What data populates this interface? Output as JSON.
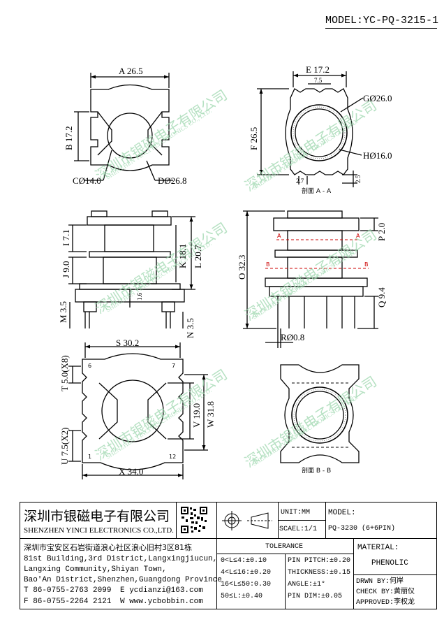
{
  "model_title": "MODEL:YC-PQ-3215-1",
  "dims": {
    "A": "A 26.5",
    "B": "B 17.2",
    "C": "CØ14.0",
    "D": "DØ26.8",
    "E": "E 17.2",
    "e75": "7.5",
    "F": "F 26.5",
    "G": "GØ26.0",
    "H": "HØ16.0",
    "d27": "2.7",
    "d25": "2.5",
    "sectionA": "剖面 A - A",
    "I": "I 7.1",
    "J": "J 9.0",
    "K": "K 18.1",
    "L": "L 20.7",
    "M": "M 3.5",
    "N": "N 3.5",
    "d16": "1.6",
    "O": "O 32.3",
    "P": "P 2.0",
    "Q": "Q 9.4",
    "R": "RØ0.8",
    "markA": "A",
    "markB": "B",
    "S": "S 30.2",
    "T": "T 5.0(X8)",
    "U": "U 7.5(X2)",
    "V": "V 19.0",
    "W": "W 31.8",
    "X": "X 34.0",
    "p6": "6",
    "p7": "7",
    "p1": "1",
    "p12": "12",
    "sectionB": "剖面 B - B"
  },
  "watermark": {
    "cn": "深圳市银磁电子有限公司",
    "en": "SHENZHEN YINCI ELECTRONICS CO., LTD."
  },
  "company": {
    "name_cn": "深圳市银磁电子有限公司",
    "name_en": "SHENZHEN YINCI ELECTRONICS CO.,LTD.",
    "address_cn": "深圳市宝安区石岩街道浪心社区浪心旧村3区81栋",
    "address_en_1": "81st Building,3rd District,Langxingjiucun,",
    "address_en_2": "Langxing Community,Shiyan Town,",
    "address_en_3": "Bao'An District,Shenzhen,Guangdong Province",
    "tel": "T 86-0755-2763 2099",
    "fax": "F 86-0755-2264 2121",
    "email": "E ycdianzi@163.com",
    "web": "W www.ycbobbin.com"
  },
  "title_block": {
    "unit": "UNIT:MM",
    "scale": "SCAEL:1/1",
    "model_label": "MODEL:",
    "model_value": "PQ-3230 (6+6PIN)",
    "material_label": "MATERIAL:",
    "material_value": "PHENOLIC",
    "tolerance_header": "TOLERANCE",
    "tol_rows": [
      "0<L≤4:±0.10",
      "4<L≤16:±0.20",
      "16<L≤50:0.30",
      "50≤L:±0.40"
    ],
    "tol_right": [
      "PIN PITCH:±0.20",
      "THICKNESS:±0.15",
      "ANGLE:±1°",
      "PIN DIM:±0.05"
    ],
    "drawn_by": "DRWN BY:何岸",
    "check_by": "CHECK BY:黄丽仪",
    "approved": "APPROVED:李权龙"
  },
  "colors": {
    "line": "#000000",
    "section": "#cc0000",
    "watermark": "#9fd8b0"
  }
}
